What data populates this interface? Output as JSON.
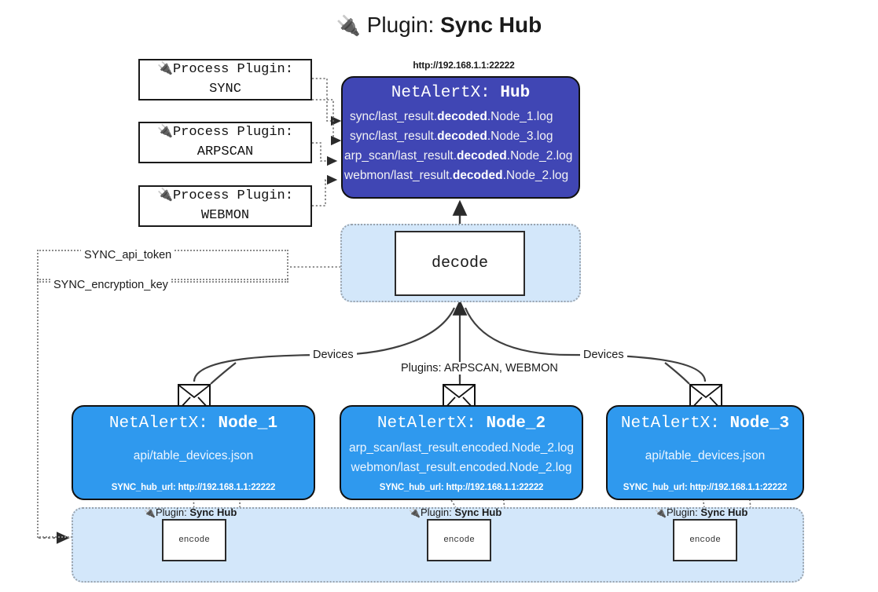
{
  "title": {
    "icon": "plug-icon",
    "prefix": "Plugin:",
    "name": "Sync Hub"
  },
  "process_plugins": [
    {
      "icon": "plug-icon",
      "line1": "Process Plugin:",
      "line2": "SYNC"
    },
    {
      "icon": "plug-icon",
      "line1": "Process Plugin:",
      "line2": "ARPSCAN"
    },
    {
      "icon": "plug-icon",
      "line1": "Process Plugin:",
      "line2": "WEBMON"
    }
  ],
  "hub": {
    "url": "http://192.168.1.1:22222",
    "title_prefix": "NetAlertX:",
    "title_name": "Hub",
    "logs": [
      {
        "pre": "sync/last_result.",
        "em": "decoded",
        "post": ".Node_1.log"
      },
      {
        "pre": "sync/last_result.",
        "em": "decoded",
        "post": ".Node_3.log"
      },
      {
        "pre": "arp_scan/last_result.",
        "em": "decoded",
        "post": ".Node_2.log"
      },
      {
        "pre": "webmon/last_result.",
        "em": "decoded",
        "post": ".Node_2.log"
      }
    ]
  },
  "decode": {
    "label": "decode"
  },
  "keys": {
    "api_token": "SYNC_api_token",
    "encryption_key": "SYNC_encryption_key"
  },
  "edge_labels": {
    "devices_left": "Devices",
    "devices_right": "Devices",
    "plugins": "Plugins: ARPSCAN, WEBMON"
  },
  "nodes": [
    {
      "title_prefix": "NetAlertX:",
      "title_name": "Node_1",
      "lines": [
        "api/table_devices.json"
      ],
      "footer": "SYNC_hub_url: http://192.168.1.1:22222",
      "icon": "envelope-icon"
    },
    {
      "title_prefix": "NetAlertX:",
      "title_name": "Node_2",
      "lines": [
        "arp_scan/last_result.encoded.Node_2.log",
        "webmon/last_result.encoded.Node_2.log"
      ],
      "footer": "SYNC_hub_url: http://192.168.1.1:22222",
      "icon": "envelope-icon"
    },
    {
      "title_prefix": "NetAlertX:",
      "title_name": "Node_3",
      "lines": [
        "api/table_devices.json"
      ],
      "footer": "SYNC_hub_url: http://192.168.1.1:22222",
      "icon": "envelope-icon"
    }
  ],
  "encoders": [
    {
      "caption_prefix": "Plugin:",
      "caption_name": "Sync Hub",
      "label": "encode",
      "icon": "plug-icon"
    },
    {
      "caption_prefix": "Plugin:",
      "caption_name": "Sync Hub",
      "label": "encode",
      "icon": "plug-icon"
    },
    {
      "caption_prefix": "Plugin:",
      "caption_name": "Sync Hub",
      "label": "encode",
      "icon": "plug-icon"
    }
  ],
  "colors": {
    "hub_fill": "#4046b4",
    "node_fill": "#2f99ee",
    "group_fill": "#d3e7fa",
    "stroke": "#111111",
    "dotted_stroke": "#9aa3ad"
  }
}
